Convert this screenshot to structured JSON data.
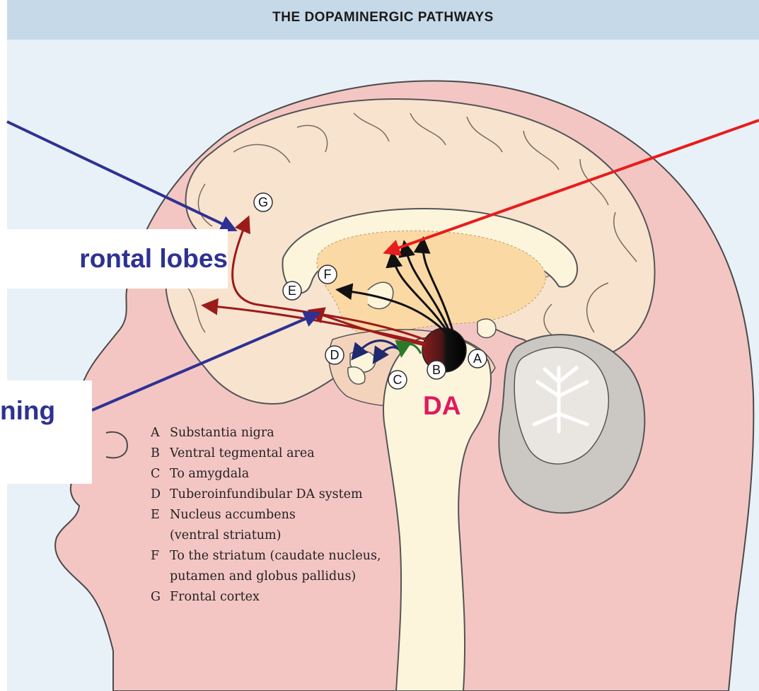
{
  "header": {
    "title": "THE DOPAMINERGIC PATHWAYS"
  },
  "callouts": {
    "frontal": "rontal lobes",
    "learning": "ning",
    "da": "DA"
  },
  "node_labels": {
    "a": "A",
    "b": "B",
    "c": "C",
    "d": "D",
    "e": "E",
    "f": "F",
    "g": "G"
  },
  "legend": [
    {
      "letter": "A",
      "text": "Substantia nigra"
    },
    {
      "letter": "B",
      "text": "Ventral tegmental area"
    },
    {
      "letter": "C",
      "text": "To amygdala"
    },
    {
      "letter": "D",
      "text": "Tuberoinfundibular DA system"
    },
    {
      "letter": "E",
      "text": "Nucleus accumbens"
    },
    {
      "letter": "",
      "text": "(ventral striatum)"
    },
    {
      "letter": "F",
      "text": "To the striatum (caudate nucleus,"
    },
    {
      "letter": "",
      "text": "putamen and globus pallidus)"
    },
    {
      "letter": "G",
      "text": "Frontal cortex"
    }
  ],
  "colors": {
    "header_bg": "#c6d9e8",
    "panel_bg": "#e8f1f7",
    "head_skin": "#f3c6c4",
    "head_outline": "#4a4a4a",
    "brain": "#f8e3cf",
    "striatum": "#fbd9a4",
    "brainstem": "#fcf5dc",
    "cerebellum": "#cbc7c2",
    "pathway_red": "#9b1b1b",
    "pathway_black": "#111111",
    "pathway_navy": "#1f2a6e",
    "pathway_green": "#2a7a2a",
    "callout_blue": "#2e3192",
    "pointer_red": "#e81c1c",
    "da_pink": "#e0195e"
  }
}
